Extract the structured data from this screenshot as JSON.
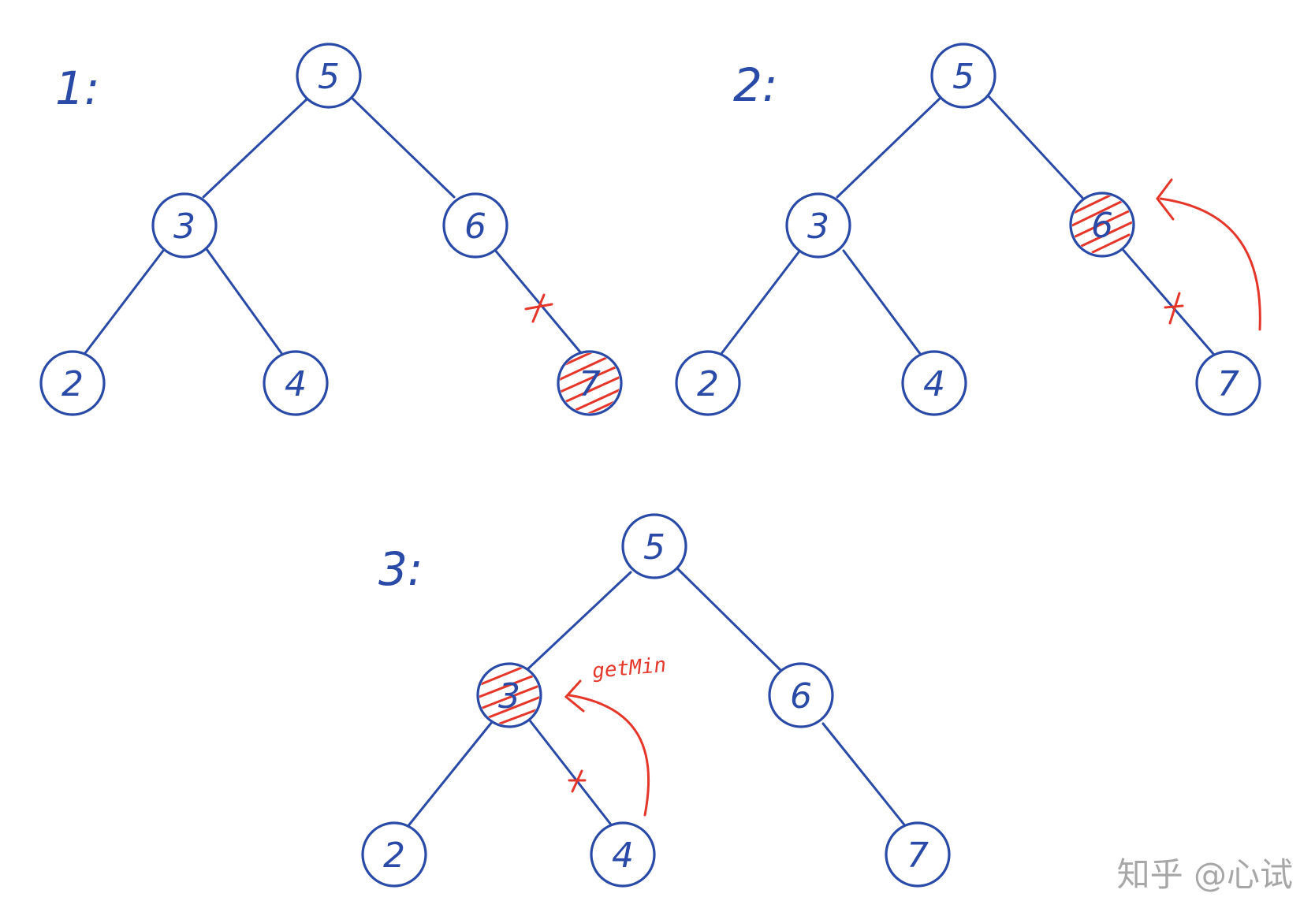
{
  "colors": {
    "ink": "#2a4aa8",
    "highlight": "#e5362a",
    "background": "#ffffff",
    "watermark": "#8a8a8a"
  },
  "steps": [
    {
      "label": "1:",
      "nodes": [
        {
          "id": "a5",
          "value": "5",
          "highlighted": false
        },
        {
          "id": "a3",
          "value": "3",
          "highlighted": false
        },
        {
          "id": "a6",
          "value": "6",
          "highlighted": false
        },
        {
          "id": "a2",
          "value": "2",
          "highlighted": false
        },
        {
          "id": "a4",
          "value": "4",
          "highlighted": false
        },
        {
          "id": "a7",
          "value": "7",
          "highlighted": true
        }
      ],
      "edges": [
        {
          "from": "5",
          "to": "3",
          "cut": false
        },
        {
          "from": "5",
          "to": "6",
          "cut": false
        },
        {
          "from": "3",
          "to": "2",
          "cut": false
        },
        {
          "from": "3",
          "to": "4",
          "cut": false
        },
        {
          "from": "6",
          "to": "7",
          "cut": true
        }
      ]
    },
    {
      "label": "2:",
      "nodes": [
        {
          "id": "b5",
          "value": "5",
          "highlighted": false
        },
        {
          "id": "b3",
          "value": "3",
          "highlighted": false
        },
        {
          "id": "b6",
          "value": "6",
          "highlighted": true
        },
        {
          "id": "b2",
          "value": "2",
          "highlighted": false
        },
        {
          "id": "b4",
          "value": "4",
          "highlighted": false
        },
        {
          "id": "b7",
          "value": "7",
          "highlighted": false
        }
      ],
      "edges": [
        {
          "from": "5",
          "to": "3",
          "cut": false
        },
        {
          "from": "5",
          "to": "6",
          "cut": false
        },
        {
          "from": "3",
          "to": "2",
          "cut": false
        },
        {
          "from": "3",
          "to": "4",
          "cut": false
        },
        {
          "from": "6",
          "to": "7",
          "cut": true
        }
      ]
    },
    {
      "label": "3:",
      "annotation": "getMin",
      "nodes": [
        {
          "id": "c5",
          "value": "5",
          "highlighted": false
        },
        {
          "id": "c3",
          "value": "3",
          "highlighted": true
        },
        {
          "id": "c6",
          "value": "6",
          "highlighted": false
        },
        {
          "id": "c2",
          "value": "2",
          "highlighted": false
        },
        {
          "id": "c4",
          "value": "4",
          "highlighted": false
        },
        {
          "id": "c7",
          "value": "7",
          "highlighted": false
        }
      ],
      "edges": [
        {
          "from": "5",
          "to": "3",
          "cut": false
        },
        {
          "from": "5",
          "to": "6",
          "cut": false
        },
        {
          "from": "3",
          "to": "2",
          "cut": false
        },
        {
          "from": "3",
          "to": "4",
          "cut": true
        },
        {
          "from": "6",
          "to": "7",
          "cut": false
        }
      ]
    }
  ],
  "watermark": "知乎 @心试"
}
